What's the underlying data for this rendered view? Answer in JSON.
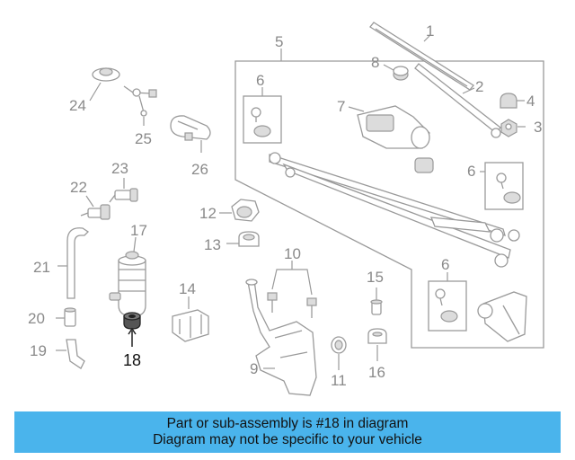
{
  "callouts": {
    "c1": "1",
    "c2": "2",
    "c3": "3",
    "c4": "4",
    "c5": "5",
    "c6a": "6",
    "c6b": "6",
    "c6c": "6",
    "c7": "7",
    "c8": "8",
    "c9": "9",
    "c10": "10",
    "c11": "11",
    "c12": "12",
    "c13": "13",
    "c14": "14",
    "c15": "15",
    "c16": "16",
    "c17": "17",
    "c18": "18",
    "c19": "19",
    "c20": "20",
    "c21": "21",
    "c22": "22",
    "c23": "23",
    "c24": "24",
    "c25": "25",
    "c26": "26"
  },
  "highlighted_part": "18",
  "banner": {
    "line1": "Part or sub-assembly is #18 in diagram",
    "line2": "Diagram may not be specific to your vehicle"
  },
  "colors": {
    "banner_bg": "#4ab4ec",
    "part_stroke": "#9a9a9a",
    "callout_text": "#8a8a8a",
    "highlight_text": "#111111"
  }
}
